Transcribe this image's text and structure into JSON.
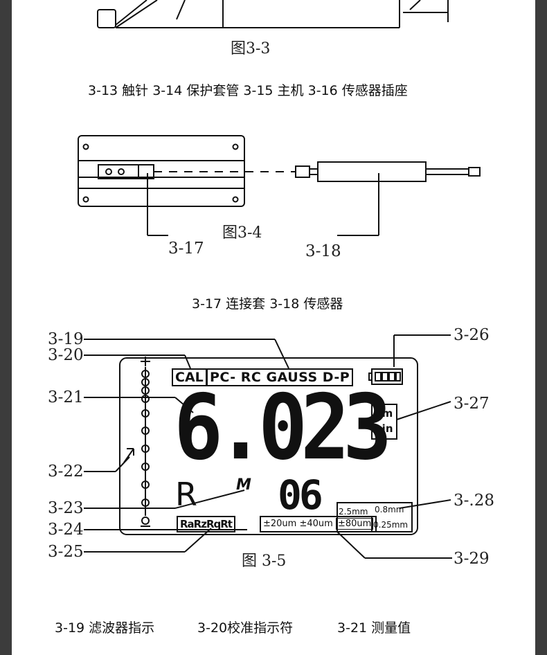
{
  "figures": {
    "fig33": {
      "caption": "图3-3"
    },
    "fig34": {
      "caption": "图3-4",
      "callouts": [
        "3-17",
        "3-18"
      ]
    },
    "fig35": {
      "caption": "图 3-5",
      "callouts": {
        "c19": "3-19",
        "c20": "3-20",
        "c21": "3-21",
        "c22": "3-22",
        "c23": "3-23",
        "c24": "3-24",
        "c25": "3-25",
        "c26": "3-26",
        "c27": "3-27",
        "c28": "3-.28",
        "c29": "3-29"
      },
      "lcd": {
        "cal": "CAL",
        "filters": "PC- RC GAUSS D-P",
        "reading": "6.023",
        "units": [
          "um",
          "uin"
        ],
        "mode_letter": "R",
        "mode_symbol": "M",
        "count": "06",
        "params": "RaRzRqRt",
        "ranges": [
          "±20um",
          "±40um",
          "±80um"
        ],
        "cutoffs": [
          "2.5mm",
          "0.8mm",
          "0.25mm"
        ]
      }
    }
  },
  "legend_lines": {
    "line1": "3-13 触针   3-14 保护套管   3-15 主机   3-16 传感器插座",
    "line2": "3-17 连接套 3-18 传感器",
    "line3": [
      "3-19 滤波器指示",
      "3-20校准指示符",
      "3-21 测量值"
    ]
  },
  "colors": {
    "ink": "#111111",
    "frame": "#3c3c3c"
  }
}
